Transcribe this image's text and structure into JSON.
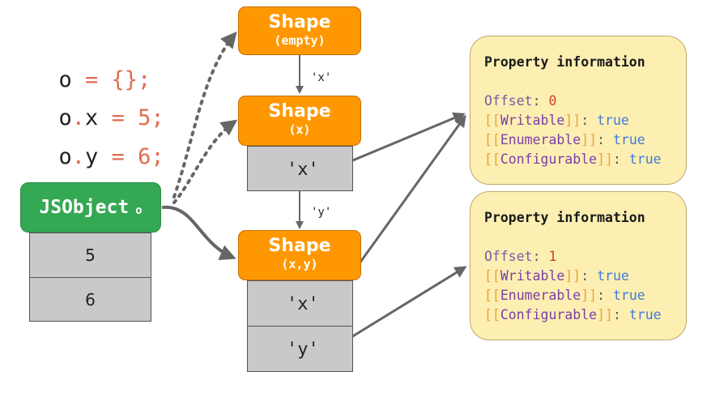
{
  "code_lines": [
    {
      "ident": "o",
      "rest": " = {};"
    },
    {
      "ident": "o",
      "mid": ".",
      "ident2": "x",
      "rest": " = 5;"
    },
    {
      "ident": "o",
      "mid": ".",
      "ident2": "y",
      "rest": " = 6;"
    }
  ],
  "jsobject": {
    "label": "JSObject",
    "sub": "o",
    "values": [
      "5",
      "6"
    ]
  },
  "shapes": [
    {
      "title": "Shape",
      "sub": "(empty)",
      "slots": []
    },
    {
      "title": "Shape",
      "sub": "(x)",
      "slots": [
        "'x'"
      ]
    },
    {
      "title": "Shape",
      "sub": "(x,y)",
      "slots": [
        "'x'",
        "'y'"
      ]
    }
  ],
  "transitions": [
    "'x'",
    "'y'"
  ],
  "property_info": [
    {
      "heading": "Property information",
      "offset_key": "Offset",
      "offset": "0",
      "attrs": [
        {
          "name": "Writable",
          "value": "true"
        },
        {
          "name": "Enumerable",
          "value": "true"
        },
        {
          "name": "Configurable",
          "value": "true"
        }
      ]
    },
    {
      "heading": "Property information",
      "offset_key": "Offset",
      "offset": "1",
      "attrs": [
        {
          "name": "Writable",
          "value": "true"
        },
        {
          "name": "Enumerable",
          "value": "true"
        },
        {
          "name": "Configurable",
          "value": "true"
        }
      ]
    }
  ],
  "colors": {
    "shape": "#ff9800",
    "jsobject": "#34a853",
    "slot": "#c9c9c9",
    "info": "#fdefb2",
    "wire": "#666666"
  }
}
